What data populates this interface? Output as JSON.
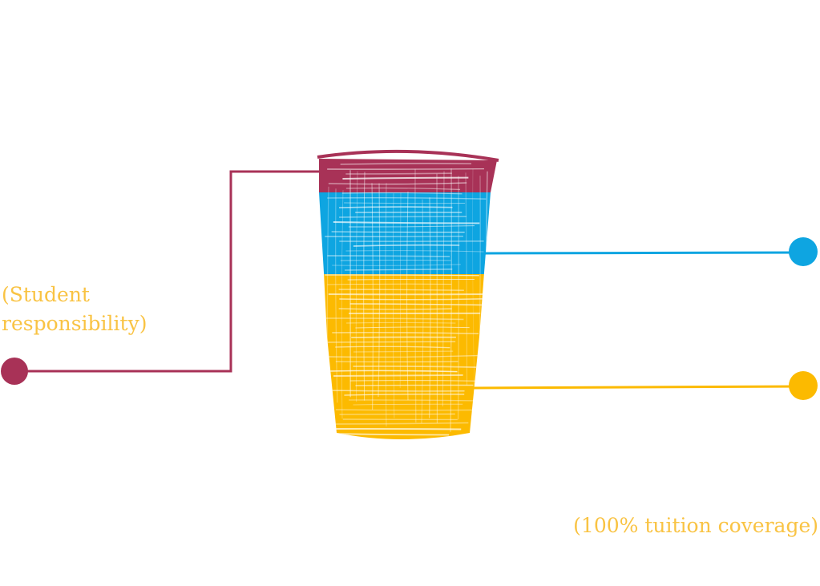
{
  "labels": {
    "student_line1": "(Student",
    "student_line2": "responsibility)",
    "tuition": "(100% tuition coverage)"
  },
  "colors": {
    "maroon": "#a83257",
    "blue": "#0ea5e1",
    "gold": "#fcba00",
    "label_gold": "#f9c343",
    "background": "#ffffff"
  },
  "segments": [
    {
      "name": "student-responsibility",
      "color_key": "maroon"
    },
    {
      "name": "middle-coverage",
      "color_key": "blue"
    },
    {
      "name": "tuition-coverage",
      "color_key": "gold"
    }
  ]
}
